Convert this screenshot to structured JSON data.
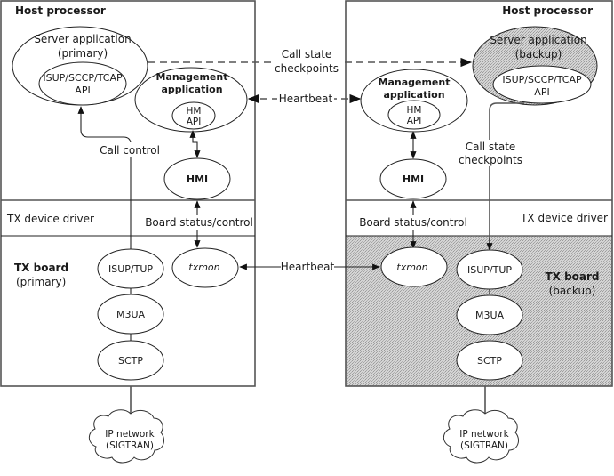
{
  "primary": {
    "host_label": "Host processor",
    "server_app": {
      "line1": "Server application",
      "line2": "(primary)"
    },
    "api": {
      "line1": "ISUP/SCCP/TCAP",
      "line2": "API"
    },
    "mgmt_app": {
      "line1": "Management",
      "line2": "application"
    },
    "hm_api": {
      "line1": "HM",
      "line2": "API"
    },
    "hmi": "HMI",
    "call_control": "Call control",
    "driver_label": "TX device driver",
    "board_status": "Board status/control",
    "board_label": "TX board",
    "board_sub": "(primary)",
    "txmon": "txmon",
    "stack": [
      "ISUP/TUP",
      "M3UA",
      "SCTP"
    ],
    "network": {
      "line1": "IP network",
      "line2": "(SIGTRAN)"
    }
  },
  "backup": {
    "host_label": "Host processor",
    "server_app": {
      "line1": "Server application",
      "line2": "(backup)"
    },
    "api": {
      "line1": "ISUP/SCCP/TCAP",
      "line2": "API"
    },
    "mgmt_app": {
      "line1": "Management",
      "line2": "application"
    },
    "hm_api": {
      "line1": "HM",
      "line2": "API"
    },
    "hmi": "HMI",
    "call_state": {
      "line1": "Call state",
      "line2": "checkpoints"
    },
    "driver_label": "TX device driver",
    "board_status": "Board status/control",
    "board_label": "TX board",
    "board_sub": "(backup)",
    "txmon": "txmon",
    "stack": [
      "ISUP/TUP",
      "M3UA",
      "SCTP"
    ],
    "network": {
      "line1": "IP network",
      "line2": "(SIGTRAN)"
    }
  },
  "links": {
    "call_state_checkpoints": {
      "line1": "Call state",
      "line2": "checkpoints"
    },
    "heartbeat_host": "Heartbeat",
    "heartbeat_board": "Heartbeat"
  }
}
